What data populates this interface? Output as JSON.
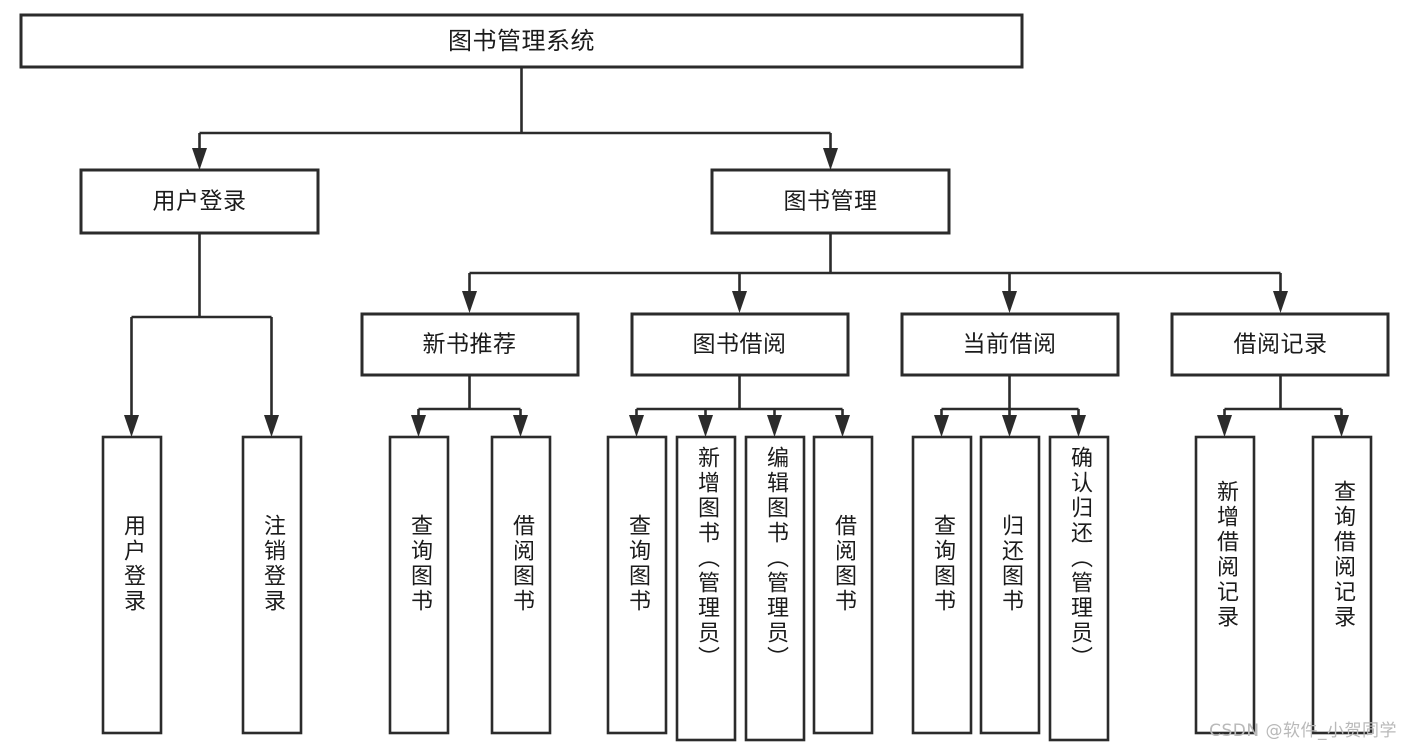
{
  "diagram": {
    "title": "图书管理系统",
    "type": "hierarchy-tree",
    "orientation": "top-down",
    "root": {
      "id": "root",
      "label": "图书管理系统"
    },
    "level1": [
      {
        "id": "user-login",
        "label": "用户登录"
      },
      {
        "id": "book-manage",
        "label": "图书管理"
      }
    ],
    "level2": [
      {
        "id": "new-book-recommend",
        "label": "新书推荐",
        "parent": "book-manage"
      },
      {
        "id": "book-borrow",
        "label": "图书借阅",
        "parent": "book-manage"
      },
      {
        "id": "current-borrow",
        "label": "当前借阅",
        "parent": "book-manage"
      },
      {
        "id": "borrow-record",
        "label": "借阅记录",
        "parent": "book-manage"
      }
    ],
    "leaves": [
      {
        "id": "leaf-user-login",
        "label": "用户登录",
        "parent": "user-login"
      },
      {
        "id": "leaf-user-logout",
        "label": "注销登录",
        "parent": "user-login"
      },
      {
        "id": "leaf-query-book-1",
        "label": "查询图书",
        "parent": "new-book-recommend"
      },
      {
        "id": "leaf-borrow-book-1",
        "label": "借阅图书",
        "parent": "new-book-recommend"
      },
      {
        "id": "leaf-query-book-2",
        "label": "查询图书",
        "parent": "book-borrow"
      },
      {
        "id": "leaf-add-book",
        "label": "新增图书（管理员）",
        "parent": "book-borrow"
      },
      {
        "id": "leaf-edit-book",
        "label": "编辑图书（管理员）",
        "parent": "book-borrow"
      },
      {
        "id": "leaf-borrow-book-2",
        "label": "借阅图书",
        "parent": "book-borrow"
      },
      {
        "id": "leaf-query-book-3",
        "label": "查询图书",
        "parent": "current-borrow"
      },
      {
        "id": "leaf-return-book",
        "label": "归还图书",
        "parent": "current-borrow"
      },
      {
        "id": "leaf-confirm-return",
        "label": "确认归还（管理员）",
        "parent": "current-borrow"
      },
      {
        "id": "leaf-add-record",
        "label": "新增借阅记录",
        "parent": "borrow-record"
      },
      {
        "id": "leaf-query-record",
        "label": "查询借阅记录",
        "parent": "borrow-record"
      }
    ]
  },
  "watermark": {
    "text": "CSDN @软件_小贺同学"
  },
  "colors": {
    "background": "#ffffff",
    "box_fill": "#ffffff",
    "box_stroke": "#2b2b2b",
    "connector": "#2b2b2b",
    "text": "#1b1b1b",
    "watermark": "#b9b9b9"
  }
}
